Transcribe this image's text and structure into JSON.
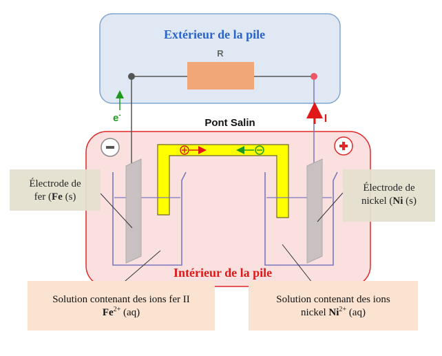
{
  "exterior": {
    "title": "Extérieur de la pile",
    "resistor_label": "R"
  },
  "interior": {
    "title": "Intérieur de la pile"
  },
  "salt_bridge": {
    "label": "Pont Salin"
  },
  "electron": {
    "symbol": "e",
    "sign": "-"
  },
  "current": {
    "symbol": "I"
  },
  "terminals": {
    "negative": "-",
    "positive": "+"
  },
  "iron_electrode": {
    "line1": "Électrode de",
    "line2_prefix": "fer (",
    "element": "Fe",
    "line2_suffix": " (s)"
  },
  "nickel_electrode": {
    "line1": "Électrode de",
    "line2_prefix": "nickel (",
    "element": "Ni",
    "line2_suffix": " (s)"
  },
  "iron_solution": {
    "line1": "Solution contenant des ions fer II",
    "ion": "Fe",
    "charge": "2+",
    "state": " (aq)"
  },
  "nickel_solution": {
    "line1": "Solution contenant des ions",
    "line2_prefix": "nickel ",
    "ion": "Ni",
    "charge": "2+",
    "state": " (aq)"
  },
  "colors": {
    "exterior_fill": "#dfe8f3",
    "exterior_stroke": "#7fa6cf",
    "interior_fill": "#fbe0e0",
    "interior_stroke": "#e02626",
    "salt_bridge": "#ffff00",
    "resistor": "#f0a878",
    "electrode": "#c8c0c0",
    "beaker": "#7a76c0",
    "electron_arrow": "#1f9a1f",
    "current_arrow": "#e01818"
  }
}
